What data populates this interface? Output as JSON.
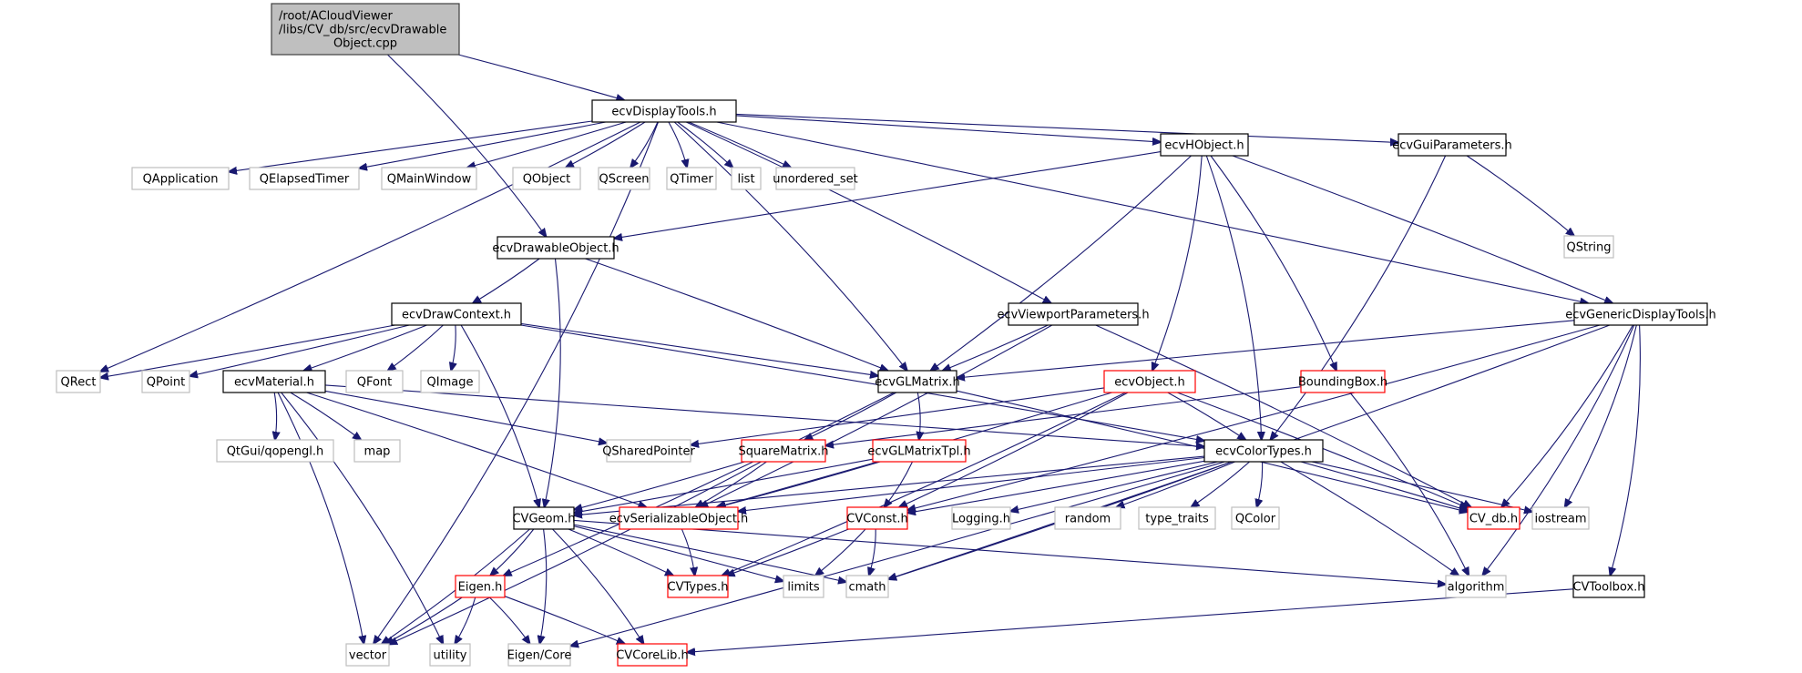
{
  "title": "Include dependency graph for ecvDrawableObject.cpp",
  "colors": {
    "edge": "#191970",
    "root_fill": "#bfbfbf",
    "documented_border": "#000000",
    "truncated_border": "#ff0000",
    "external_border": "#bfbfbf"
  },
  "nodes": [
    {
      "id": "root",
      "lines": [
        "/root/ACloudViewer",
        "/libs/CV_db/src/ecvDrawable",
        "Object.cpp"
      ],
      "kind": "root"
    },
    {
      "id": "ecvDisplayTools",
      "lines": [
        "ecvDisplayTools.h"
      ],
      "kind": "doc"
    },
    {
      "id": "QApplication",
      "lines": [
        "QApplication"
      ],
      "kind": "ext"
    },
    {
      "id": "QElapsedTimer",
      "lines": [
        "QElapsedTimer"
      ],
      "kind": "ext"
    },
    {
      "id": "QMainWindow",
      "lines": [
        "QMainWindow"
      ],
      "kind": "ext"
    },
    {
      "id": "QObject",
      "lines": [
        "QObject"
      ],
      "kind": "ext"
    },
    {
      "id": "QScreen",
      "lines": [
        "QScreen"
      ],
      "kind": "ext"
    },
    {
      "id": "QTimer",
      "lines": [
        "QTimer"
      ],
      "kind": "ext"
    },
    {
      "id": "list",
      "lines": [
        "list"
      ],
      "kind": "ext"
    },
    {
      "id": "unordered_set",
      "lines": [
        "unordered_set"
      ],
      "kind": "ext"
    },
    {
      "id": "ecvHObject",
      "lines": [
        "ecvHObject.h"
      ],
      "kind": "doc"
    },
    {
      "id": "ecvGuiParameters",
      "lines": [
        "ecvGuiParameters.h"
      ],
      "kind": "doc"
    },
    {
      "id": "QString",
      "lines": [
        "QString"
      ],
      "kind": "ext"
    },
    {
      "id": "ecvDrawableObject",
      "lines": [
        "ecvDrawableObject.h"
      ],
      "kind": "doc"
    },
    {
      "id": "ecvDrawContext",
      "lines": [
        "ecvDrawContext.h"
      ],
      "kind": "doc"
    },
    {
      "id": "ecvViewportParameters",
      "lines": [
        "ecvViewportParameters.h"
      ],
      "kind": "doc"
    },
    {
      "id": "ecvGenericDisplayTools",
      "lines": [
        "ecvGenericDisplayTools.h"
      ],
      "kind": "doc"
    },
    {
      "id": "QRect",
      "lines": [
        "QRect"
      ],
      "kind": "ext"
    },
    {
      "id": "QPoint",
      "lines": [
        "QPoint"
      ],
      "kind": "ext"
    },
    {
      "id": "ecvMaterial",
      "lines": [
        "ecvMaterial.h"
      ],
      "kind": "doc"
    },
    {
      "id": "QFont",
      "lines": [
        "QFont"
      ],
      "kind": "ext"
    },
    {
      "id": "QImage",
      "lines": [
        "QImage"
      ],
      "kind": "ext"
    },
    {
      "id": "ecvGLMatrix",
      "lines": [
        "ecvGLMatrix.h"
      ],
      "kind": "doc"
    },
    {
      "id": "ecvObject",
      "lines": [
        "ecvObject.h"
      ],
      "kind": "red"
    },
    {
      "id": "BoundingBox",
      "lines": [
        "BoundingBox.h"
      ],
      "kind": "red"
    },
    {
      "id": "QtGuiQopengl",
      "lines": [
        "QtGui/qopengl.h"
      ],
      "kind": "ext"
    },
    {
      "id": "map",
      "lines": [
        "map"
      ],
      "kind": "ext"
    },
    {
      "id": "QSharedPointer",
      "lines": [
        "QSharedPointer"
      ],
      "kind": "ext"
    },
    {
      "id": "SquareMatrix",
      "lines": [
        "SquareMatrix.h"
      ],
      "kind": "red"
    },
    {
      "id": "ecvGLMatrixTpl",
      "lines": [
        "ecvGLMatrixTpl.h"
      ],
      "kind": "red"
    },
    {
      "id": "ecvColorTypes",
      "lines": [
        "ecvColorTypes.h"
      ],
      "kind": "doc"
    },
    {
      "id": "CVGeom",
      "lines": [
        "CVGeom.h"
      ],
      "kind": "doc"
    },
    {
      "id": "ecvSerializableObject",
      "lines": [
        "ecvSerializableObject.h"
      ],
      "kind": "red"
    },
    {
      "id": "CVConst",
      "lines": [
        "CVConst.h"
      ],
      "kind": "red"
    },
    {
      "id": "Logging",
      "lines": [
        "Logging.h"
      ],
      "kind": "ext"
    },
    {
      "id": "random",
      "lines": [
        "random"
      ],
      "kind": "ext"
    },
    {
      "id": "type_traits",
      "lines": [
        "type_traits"
      ],
      "kind": "ext"
    },
    {
      "id": "QColor",
      "lines": [
        "QColor"
      ],
      "kind": "ext"
    },
    {
      "id": "CV_db",
      "lines": [
        "CV_db.h"
      ],
      "kind": "red"
    },
    {
      "id": "iostream",
      "lines": [
        "iostream"
      ],
      "kind": "ext"
    },
    {
      "id": "Eigen",
      "lines": [
        "Eigen.h"
      ],
      "kind": "red"
    },
    {
      "id": "CVTypes",
      "lines": [
        "CVTypes.h"
      ],
      "kind": "red"
    },
    {
      "id": "limits",
      "lines": [
        "limits"
      ],
      "kind": "ext"
    },
    {
      "id": "cmath",
      "lines": [
        "cmath"
      ],
      "kind": "ext"
    },
    {
      "id": "algorithm",
      "lines": [
        "algorithm"
      ],
      "kind": "ext"
    },
    {
      "id": "CVToolbox",
      "lines": [
        "CVToolbox.h"
      ],
      "kind": "doc"
    },
    {
      "id": "vector",
      "lines": [
        "vector"
      ],
      "kind": "ext"
    },
    {
      "id": "utility",
      "lines": [
        "utility"
      ],
      "kind": "ext"
    },
    {
      "id": "EigenCore",
      "lines": [
        "Eigen/Core"
      ],
      "kind": "ext"
    },
    {
      "id": "CVCoreLib",
      "lines": [
        "CVCoreLib.h"
      ],
      "kind": "red"
    }
  ],
  "edges": [
    [
      "root",
      "ecvDisplayTools"
    ],
    [
      "root",
      "ecvDrawableObject"
    ],
    [
      "ecvDisplayTools",
      "QApplication"
    ],
    [
      "ecvDisplayTools",
      "QElapsedTimer"
    ],
    [
      "ecvDisplayTools",
      "QMainWindow"
    ],
    [
      "ecvDisplayTools",
      "QObject"
    ],
    [
      "ecvDisplayTools",
      "QScreen"
    ],
    [
      "ecvDisplayTools",
      "QTimer"
    ],
    [
      "ecvDisplayTools",
      "list"
    ],
    [
      "ecvDisplayTools",
      "unordered_set"
    ],
    [
      "ecvDisplayTools",
      "ecvHObject"
    ],
    [
      "ecvDisplayTools",
      "ecvGuiParameters"
    ],
    [
      "ecvDisplayTools",
      "ecvGenericDisplayTools"
    ],
    [
      "ecvDisplayTools",
      "ecvViewportParameters"
    ],
    [
      "ecvDisplayTools",
      "ecvGLMatrix"
    ],
    [
      "ecvDisplayTools",
      "QRect"
    ],
    [
      "ecvDisplayTools",
      "vector"
    ],
    [
      "ecvHObject",
      "ecvDrawableObject"
    ],
    [
      "ecvHObject",
      "ecvGLMatrix"
    ],
    [
      "ecvHObject",
      "ecvObject"
    ],
    [
      "ecvHObject",
      "ecvColorTypes"
    ],
    [
      "ecvHObject",
      "BoundingBox"
    ],
    [
      "ecvHObject",
      "ecvGenericDisplayTools"
    ],
    [
      "ecvGuiParameters",
      "QString"
    ],
    [
      "ecvGuiParameters",
      "ecvColorTypes"
    ],
    [
      "ecvDrawableObject",
      "ecvDrawContext"
    ],
    [
      "ecvDrawableObject",
      "CVGeom"
    ],
    [
      "ecvDrawableObject",
      "ecvGLMatrix"
    ],
    [
      "ecvDrawContext",
      "QRect"
    ],
    [
      "ecvDrawContext",
      "QPoint"
    ],
    [
      "ecvDrawContext",
      "ecvMaterial"
    ],
    [
      "ecvDrawContext",
      "QFont"
    ],
    [
      "ecvDrawContext",
      "QImage"
    ],
    [
      "ecvDrawContext",
      "CVGeom"
    ],
    [
      "ecvDrawContext",
      "ecvGLMatrix"
    ],
    [
      "ecvDrawContext",
      "ecvColorTypes"
    ],
    [
      "ecvViewportParameters",
      "ecvGLMatrix"
    ],
    [
      "ecvViewportParameters",
      "ecvSerializableObject"
    ],
    [
      "ecvViewportParameters",
      "CV_db"
    ],
    [
      "ecvGenericDisplayTools",
      "ecvGLMatrix"
    ],
    [
      "ecvGenericDisplayTools",
      "CVConst"
    ],
    [
      "ecvGenericDisplayTools",
      "CV_db"
    ],
    [
      "ecvGenericDisplayTools",
      "iostream"
    ],
    [
      "ecvGenericDisplayTools",
      "algorithm"
    ],
    [
      "ecvGenericDisplayTools",
      "cmath"
    ],
    [
      "ecvGenericDisplayTools",
      "CVToolbox"
    ],
    [
      "ecvMaterial",
      "QtGuiQopengl"
    ],
    [
      "ecvMaterial",
      "map"
    ],
    [
      "ecvMaterial",
      "QSharedPointer"
    ],
    [
      "ecvMaterial",
      "ecvSerializableObject"
    ],
    [
      "ecvMaterial",
      "ecvColorTypes"
    ],
    [
      "ecvMaterial",
      "vector"
    ],
    [
      "ecvMaterial",
      "utility"
    ],
    [
      "ecvGLMatrix",
      "SquareMatrix"
    ],
    [
      "ecvGLMatrix",
      "ecvGLMatrixTpl"
    ],
    [
      "ecvGLMatrix",
      "Eigen"
    ],
    [
      "ecvGLMatrix",
      "CV_db"
    ],
    [
      "ecvObject",
      "QSharedPointer"
    ],
    [
      "ecvObject",
      "ecvColorTypes"
    ],
    [
      "ecvObject",
      "ecvSerializableObject"
    ],
    [
      "ecvObject",
      "CVConst"
    ],
    [
      "ecvObject",
      "CV_db"
    ],
    [
      "ecvObject",
      "CVTypes"
    ],
    [
      "BoundingBox",
      "SquareMatrix"
    ],
    [
      "BoundingBox",
      "algorithm"
    ],
    [
      "SquareMatrix",
      "CVGeom"
    ],
    [
      "SquareMatrix",
      "ecvSerializableObject"
    ],
    [
      "SquareMatrix",
      "vector"
    ],
    [
      "ecvGLMatrixTpl",
      "CVGeom"
    ],
    [
      "ecvGLMatrixTpl",
      "ecvSerializableObject"
    ],
    [
      "ecvGLMatrixTpl",
      "CVConst"
    ],
    [
      "ecvColorTypes",
      "CVGeom"
    ],
    [
      "ecvColorTypes",
      "CVConst"
    ],
    [
      "ecvColorTypes",
      "Logging"
    ],
    [
      "ecvColorTypes",
      "random"
    ],
    [
      "ecvColorTypes",
      "type_traits"
    ],
    [
      "ecvColorTypes",
      "QColor"
    ],
    [
      "ecvColorTypes",
      "CV_db"
    ],
    [
      "ecvColorTypes",
      "iostream"
    ],
    [
      "ecvColorTypes",
      "algorithm"
    ],
    [
      "ecvColorTypes",
      "cmath"
    ],
    [
      "ecvColorTypes",
      "EigenCore"
    ],
    [
      "ecvColorTypes",
      "ecvSerializableObject"
    ],
    [
      "CVGeom",
      "Eigen"
    ],
    [
      "CVGeom",
      "CVTypes"
    ],
    [
      "CVGeom",
      "limits"
    ],
    [
      "CVGeom",
      "cmath"
    ],
    [
      "CVGeom",
      "algorithm"
    ],
    [
      "CVGeom",
      "vector"
    ],
    [
      "CVGeom",
      "EigenCore"
    ],
    [
      "CVGeom",
      "CVCoreLib"
    ],
    [
      "ecvSerializableObject",
      "CVTypes"
    ],
    [
      "CVConst",
      "CVTypes"
    ],
    [
      "CVConst",
      "limits"
    ],
    [
      "CVConst",
      "cmath"
    ],
    [
      "Eigen",
      "vector"
    ],
    [
      "Eigen",
      "utility"
    ],
    [
      "Eigen",
      "EigenCore"
    ],
    [
      "Eigen",
      "CVCoreLib"
    ],
    [
      "CVToolbox",
      "CVCoreLib"
    ]
  ]
}
